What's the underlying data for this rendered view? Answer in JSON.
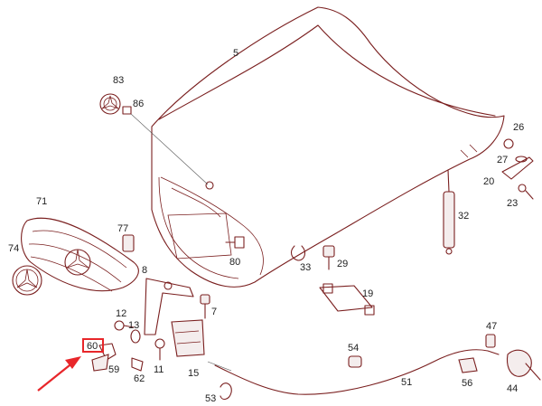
{
  "diagram": {
    "callouts": {
      "hood": "5",
      "emblem": "83",
      "emblem_nut": "86",
      "hinge_nut": "26",
      "washer": "27",
      "hinge_bracket": "20",
      "hinge_bolt": "23",
      "gas_strut": "32",
      "grille_frame": "71",
      "star_emblem": "74",
      "grille_clip": "77",
      "latch_plug": "80",
      "buffer": "33",
      "adjust_stop": "29",
      "latch_bracket": "8",
      "lock_bolt": "7",
      "retainer": "19",
      "bolt_12": "12",
      "spring_13": "13",
      "catch_hook": "60",
      "bracket_59": "59",
      "clip_62": "62",
      "screw_11": "11",
      "latch_15": "15",
      "release_cable": "51",
      "cable_grommet": "54",
      "cable_holder": "56",
      "sleeve": "47",
      "release_handle": "44",
      "cable_clip": "53"
    },
    "colors": {
      "line": "#7a1f1f",
      "arrow": "#e8262a"
    }
  }
}
